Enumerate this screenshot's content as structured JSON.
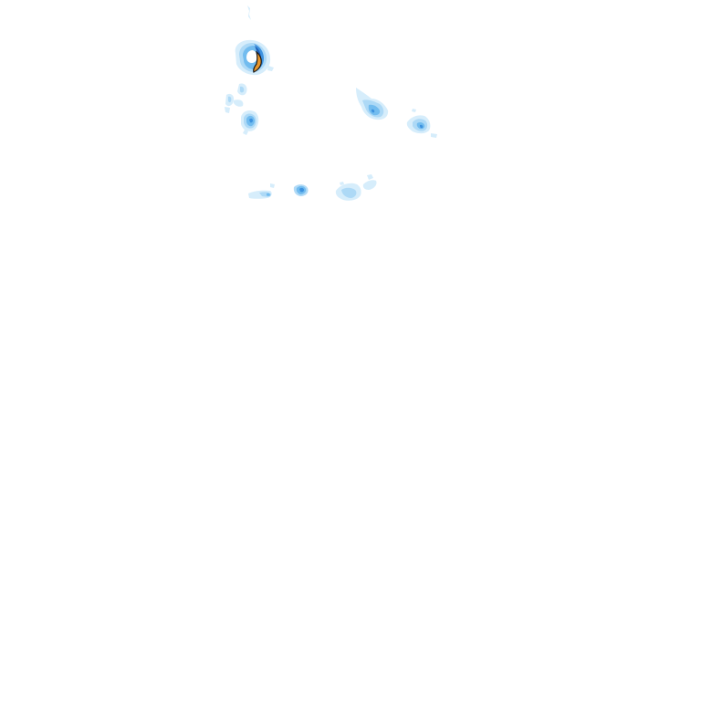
{
  "view": {
    "type": "precipitation radar overlay",
    "background_color": "#ffffff"
  },
  "intensity_colors": {
    "very_light": "#d2ebfb",
    "light": "#a9d6f5",
    "moderate": "#6cb8ee",
    "heavy": "#3a8fdd",
    "intense": "#1d5fb8",
    "extreme": "#e8962c",
    "extreme_outline": "#1a1a1a"
  },
  "precipitation_cells": [
    {
      "id": "cell-north-major",
      "peak_intensity": "extreme"
    },
    {
      "id": "cell-north-trace",
      "peak_intensity": "very_light"
    },
    {
      "id": "cell-northwest-scatter",
      "peak_intensity": "light"
    },
    {
      "id": "cell-west",
      "peak_intensity": "heavy"
    },
    {
      "id": "cell-center-east",
      "peak_intensity": "moderate"
    },
    {
      "id": "cell-east",
      "peak_intensity": "heavy"
    },
    {
      "id": "cell-south-west",
      "peak_intensity": "moderate"
    },
    {
      "id": "cell-south-center",
      "peak_intensity": "heavy"
    },
    {
      "id": "cell-south-east",
      "peak_intensity": "light"
    }
  ]
}
